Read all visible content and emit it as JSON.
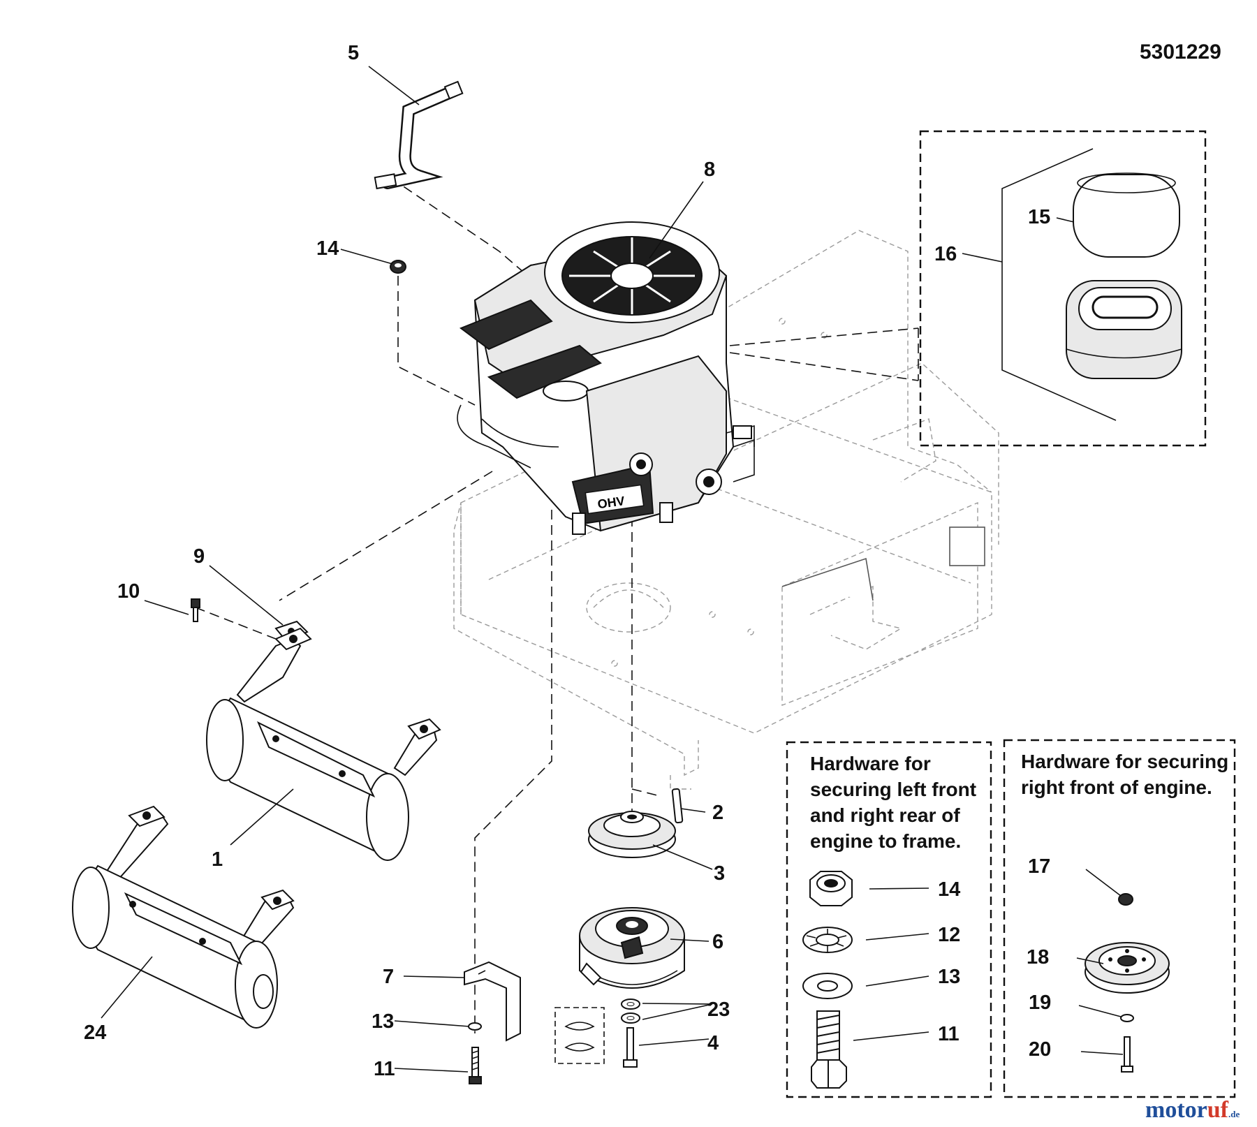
{
  "doc_number": "5301229",
  "callouts": {
    "c1": "1",
    "c2": "2",
    "c3": "3",
    "c4": "4",
    "c5": "5",
    "c6": "6",
    "c7": "7",
    "c8": "8",
    "c9": "9",
    "c10": "10",
    "c11a": "11",
    "c11b": "11",
    "c12": "12",
    "c13a": "13",
    "c13b": "13",
    "c14a": "14",
    "c14b": "14",
    "c15": "15",
    "c16": "16",
    "c17": "17",
    "c18": "18",
    "c19": "19",
    "c20": "20",
    "c23": "23",
    "c24": "24"
  },
  "notes": {
    "left_box": [
      "Hardware for",
      "securing left front",
      "and right rear of",
      "engine to frame."
    ],
    "right_box": [
      "Hardware for securing",
      "right front of engine."
    ]
  },
  "engine_label": "OHV",
  "watermark": {
    "brand_a": "motor",
    "brand_b": "uf",
    "suffix": ".de",
    "color_a": "#1f4e9a",
    "color_b": "#d23a2a"
  }
}
